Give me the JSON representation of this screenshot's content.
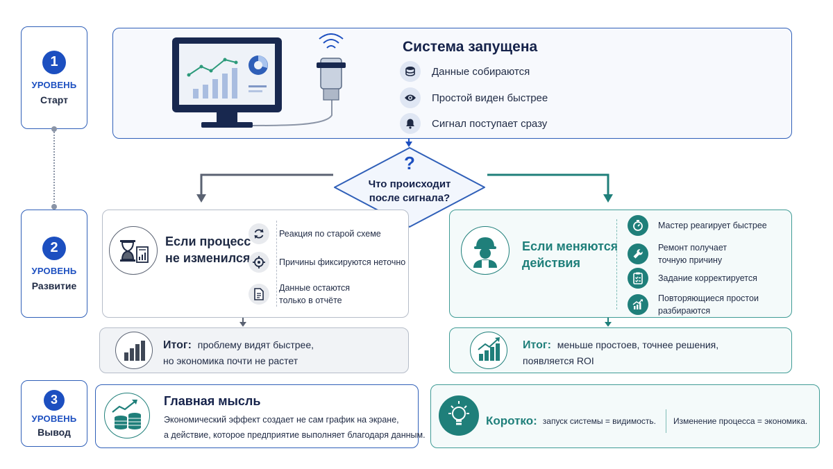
{
  "levels": [
    {
      "num": "1",
      "label": "УРОВЕНЬ",
      "name": "Старт"
    },
    {
      "num": "2",
      "label": "УРОВЕНЬ",
      "name": "Развитие"
    },
    {
      "num": "3",
      "label": "УРОВЕНЬ",
      "name": "Вывод"
    }
  ],
  "start": {
    "title": "Система запущена",
    "items": [
      {
        "icon": "database-icon",
        "text": "Данные собираются"
      },
      {
        "icon": "eye-icon",
        "text": "Простой виден быстрее"
      },
      {
        "icon": "bell-icon",
        "text": "Сигнал поступает сразу"
      }
    ]
  },
  "decision": {
    "mark": "?",
    "line1": "Что происходит",
    "line2": "после сигнала?"
  },
  "left": {
    "title1": "Если процесс",
    "title2": "не изменился",
    "items": [
      {
        "icon": "refresh-icon",
        "l1": "Реакция по старой схеме",
        "l2": ""
      },
      {
        "icon": "target-icon",
        "l1": "Причины фиксируются неточно",
        "l2": ""
      },
      {
        "icon": "document-icon",
        "l1": "Данные остаются",
        "l2": "только в отчёте"
      }
    ],
    "result_label": "Итог:",
    "result_l1": "проблему видят быстрее,",
    "result_l2": "но экономика почти не растет"
  },
  "right": {
    "title1": "Если меняются",
    "title2": "действия",
    "items": [
      {
        "icon": "stopwatch-icon",
        "l1": "Мастер реагирует быстрее",
        "l2": ""
      },
      {
        "icon": "wrench-icon",
        "l1": "Ремонт получает",
        "l2": "точную причину"
      },
      {
        "icon": "checklist-icon",
        "l1": "Задание корректируется",
        "l2": ""
      },
      {
        "icon": "chart-up-icon",
        "l1": "Повторяющиеся простои",
        "l2": "разбираются"
      }
    ],
    "result_label": "Итог:",
    "result_l1": "меньше простоев, точнее решения,",
    "result_l2": "появляется ROI"
  },
  "main_idea": {
    "title": "Главная мысль",
    "l1": "Экономический эффект создает не сам график на экране,",
    "l2": "а действие, которое предприятие выполняет благодаря данным."
  },
  "short": {
    "label": "Коротко:",
    "part1": "запуск системы = видимость.",
    "part2": "Изменение процесса = экономика."
  },
  "colors": {
    "blue": "#1c4fc0",
    "teal": "#1f7f7a",
    "gray": "#5a6272",
    "navy": "#15224a"
  }
}
